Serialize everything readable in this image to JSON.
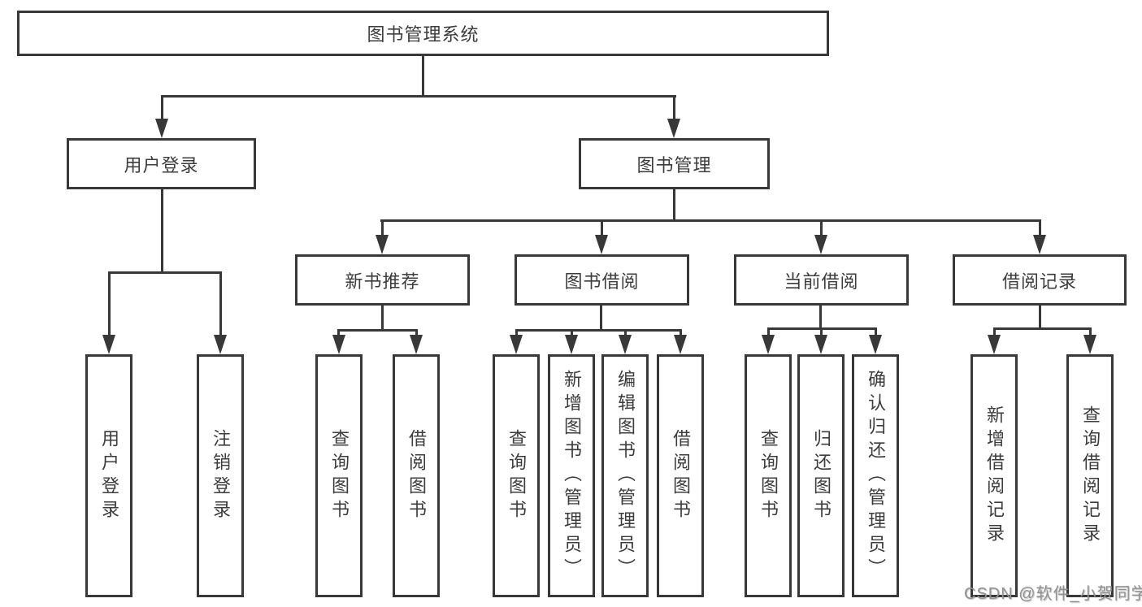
{
  "tree": {
    "root": {
      "label": "图书管理系统"
    },
    "branches": [
      {
        "label": "用户登录",
        "children": [
          {
            "label": "用户登录"
          },
          {
            "label": "注销登录"
          }
        ]
      },
      {
        "label": "图书管理",
        "children": [
          {
            "label": "新书推荐",
            "children": [
              {
                "label": "查询图书"
              },
              {
                "label": "借阅图书"
              }
            ]
          },
          {
            "label": "图书借阅",
            "children": [
              {
                "label": "查询图书"
              },
              {
                "label": "新增图书（管理员）"
              },
              {
                "label": "编辑图书（管理员）"
              },
              {
                "label": "借阅图书"
              }
            ]
          },
          {
            "label": "当前借阅",
            "children": [
              {
                "label": "查询图书"
              },
              {
                "label": "归还图书"
              },
              {
                "label": "确认归还（管理员）"
              }
            ]
          },
          {
            "label": "借阅记录",
            "children": [
              {
                "label": "新增借阅记录"
              },
              {
                "label": "查询借阅记录"
              }
            ]
          }
        ]
      }
    ]
  },
  "watermark": {
    "text": "CSDN @软件_小贺同学"
  },
  "colors": {
    "line": "#383838",
    "text": "#3c3c3c",
    "watermark": "#929292",
    "bg": "#ffffff"
  }
}
